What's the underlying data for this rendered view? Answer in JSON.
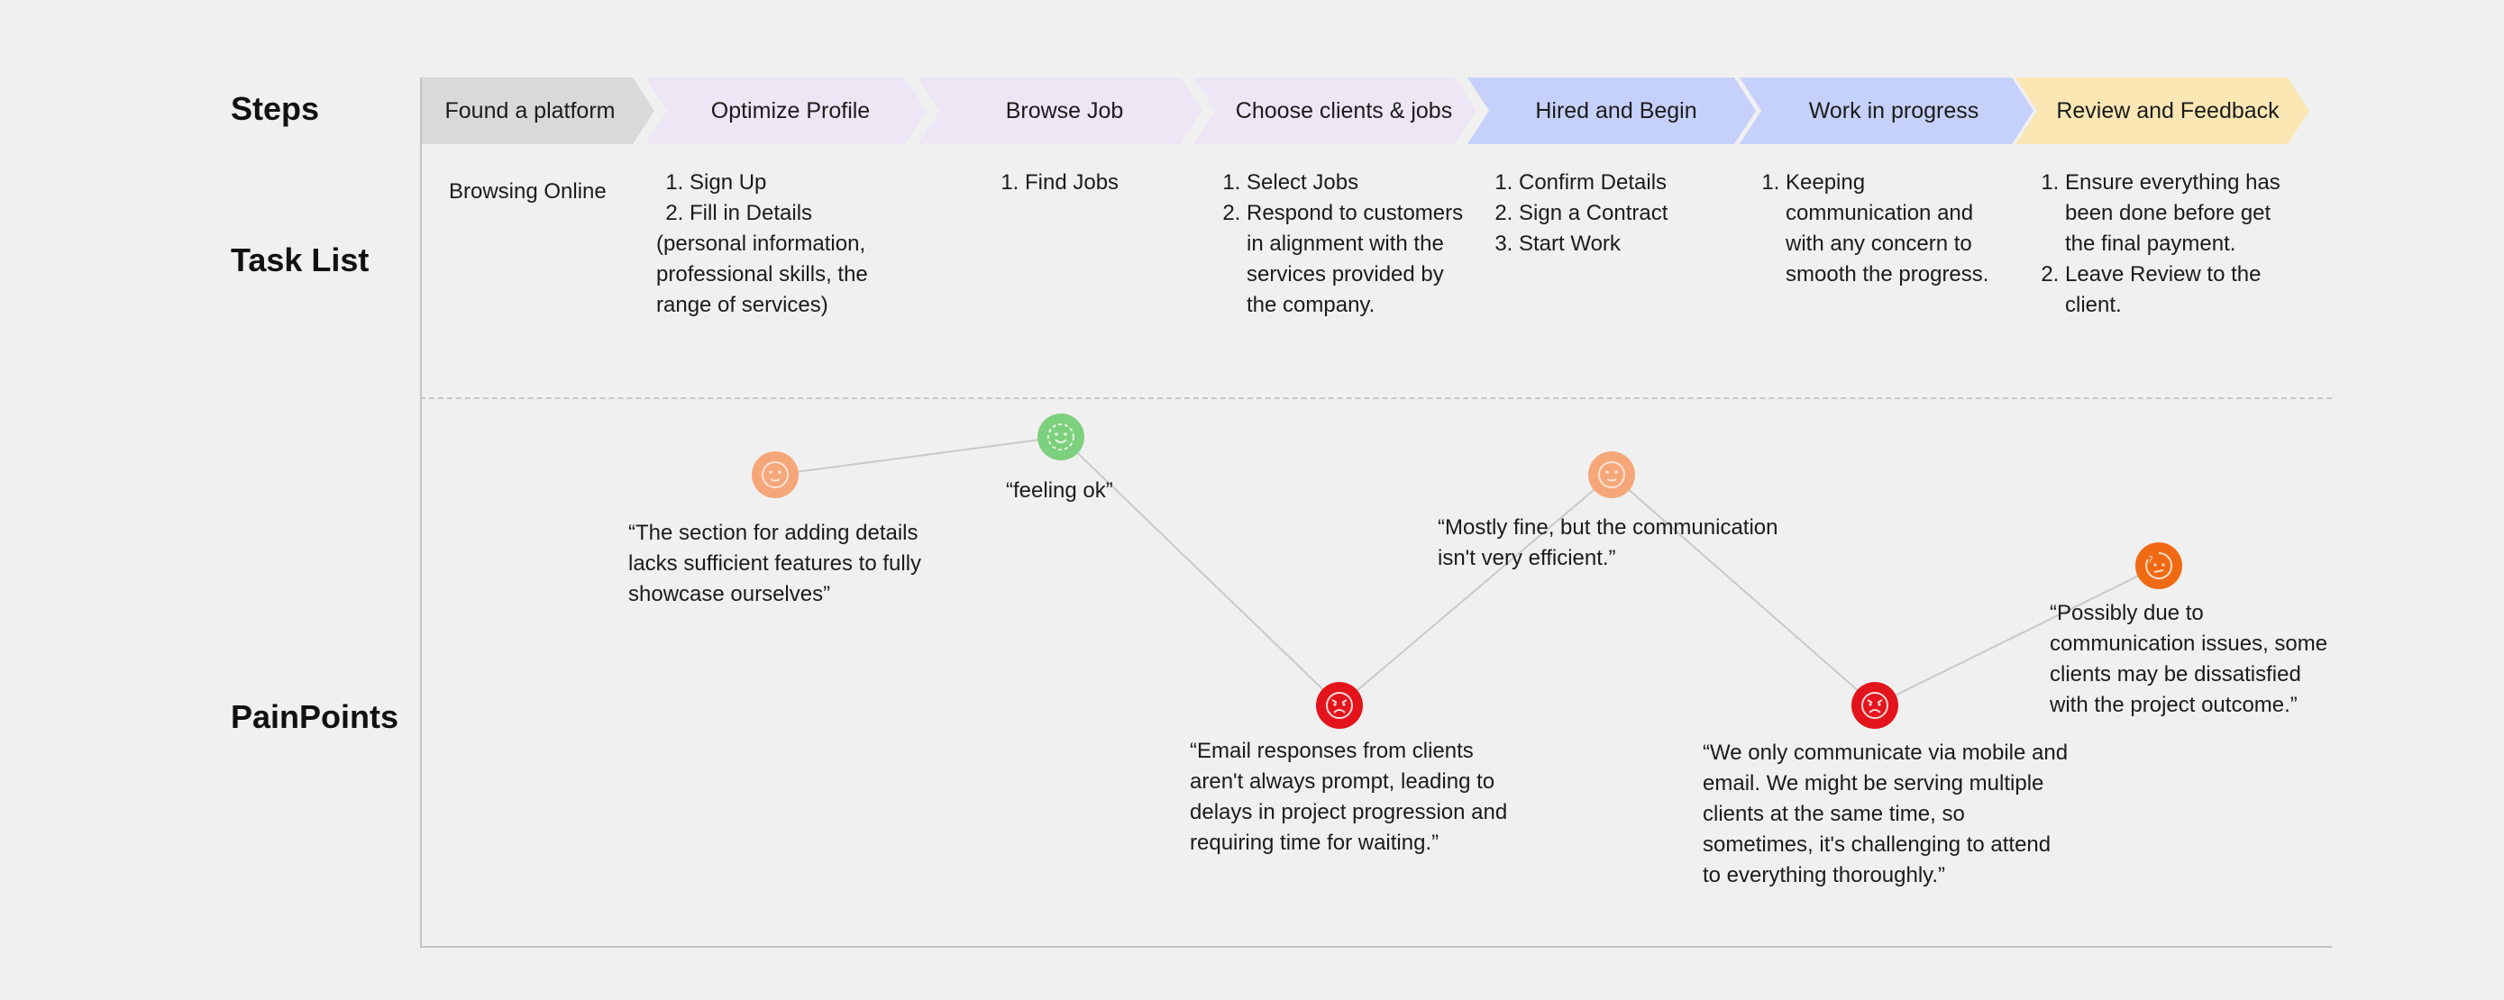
{
  "row_labels": {
    "steps": "Steps",
    "tasks": "Task List",
    "painpoints": "PainPoints"
  },
  "colors": {
    "stage_gray": "#d9d9d9",
    "stage_purple": "#ede6f5",
    "stage_blue": "#c6d1fb",
    "stage_yellow": "#fbe7b3",
    "face_light_orange": "#f5a77a",
    "face_green": "#7dd07d",
    "face_red": "#e3141b",
    "face_orange": "#f06a14"
  },
  "stages": [
    {
      "label": "Found a platform",
      "color": "#d9d9d9"
    },
    {
      "label": "Optimize Profile",
      "color": "#ede6f5"
    },
    {
      "label": "Browse Job",
      "color": "#ede6f5"
    },
    {
      "label": "Choose clients & jobs",
      "color": "#ede6f5"
    },
    {
      "label": "Hired and Begin",
      "color": "#c6d1fb"
    },
    {
      "label": "Work in progress",
      "color": "#c6d1fb"
    },
    {
      "label": "Review and Feedback",
      "color": "#fbe7b3"
    }
  ],
  "tasks": {
    "found_platform": {
      "text": "Browsing Online"
    },
    "optimize_profile": {
      "items": [
        "Sign Up",
        "Fill in Details"
      ],
      "note": "(personal information, professional skills, the range of services)"
    },
    "browse_job": {
      "items": [
        "Find Jobs"
      ]
    },
    "choose_clients": {
      "items": [
        "Select Jobs",
        "Respond to customers in alignment with the services provided by the company."
      ]
    },
    "hired_begin": {
      "items": [
        "Confirm Details",
        "Sign a Contract",
        "Start Work"
      ]
    },
    "work_progress": {
      "items": [
        "Keeping communication and with any concern to smooth the progress."
      ]
    },
    "review_feedback": {
      "items": [
        "Ensure everything has been done before get the final payment.",
        "Leave Review to the client."
      ]
    }
  },
  "painpoints": [
    {
      "emotion": "neutral",
      "icon": "neutral-face-icon",
      "color": "#f5a77a",
      "quote": "“The section for adding details lacks sufficient features to fully showcase ourselves”"
    },
    {
      "emotion": "ok",
      "icon": "smiling-face-icon",
      "color": "#7dd07d",
      "quote": "“feeling ok”"
    },
    {
      "emotion": "angry",
      "icon": "angry-face-icon",
      "color": "#e3141b",
      "quote": "“Email responses from clients aren't always prompt, leading to delays in project progression and requiring time for waiting.”"
    },
    {
      "emotion": "neutral",
      "icon": "neutral-face-icon",
      "color": "#f5a77a",
      "quote": "“Mostly fine, but the communication isn't very efficient.”"
    },
    {
      "emotion": "angry",
      "icon": "angry-face-icon",
      "color": "#e3141b",
      "quote": "“We only communicate via mobile and email. We might be serving multiple clients at the same time, so sometimes, it's challenging to attend to everything thoroughly.”"
    },
    {
      "emotion": "confused",
      "icon": "confused-face-icon",
      "color": "#f06a14",
      "quote": "“Possibly due to communication issues, some clients may be dissatisfied with the project outcome.”"
    }
  ]
}
